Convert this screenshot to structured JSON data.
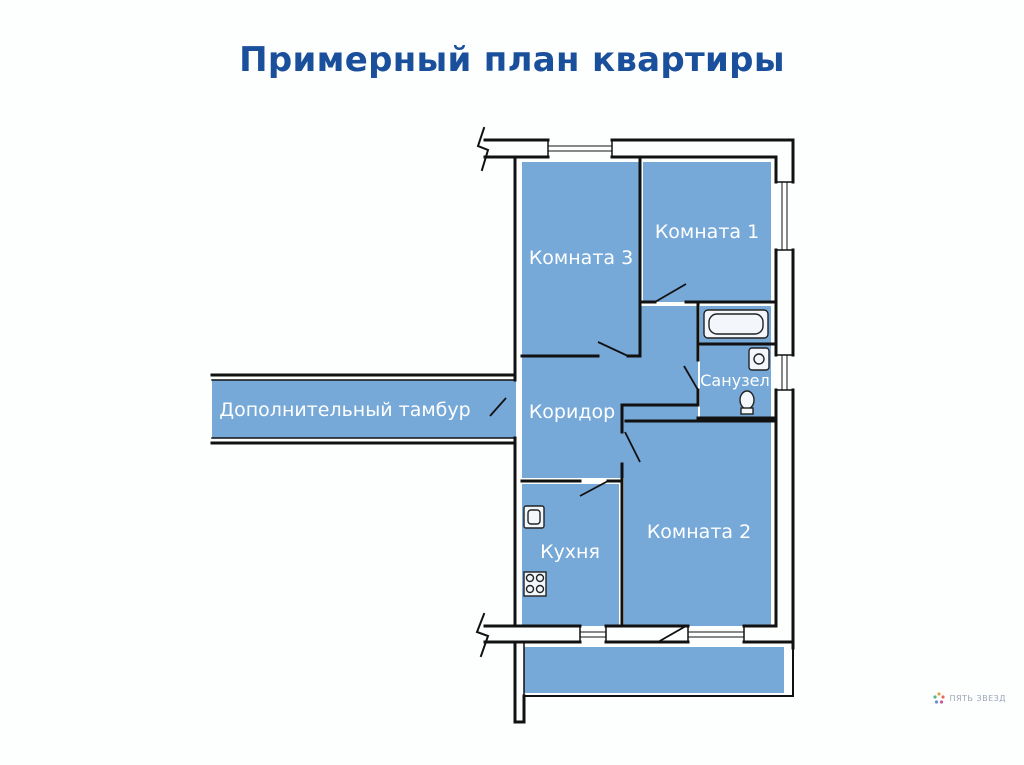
{
  "title": "Примерный план квартиры",
  "rooms": {
    "room3": "Комната 3",
    "room1": "Комната 1",
    "room2": "Комната 2",
    "corridor": "Коридор",
    "bathroom": "Санузел",
    "kitchen": "Кухня",
    "vestibule": "Дополнительный тамбур"
  },
  "logo": {
    "text": "ПЯТЬ ЗВЕЗД"
  },
  "colors": {
    "room_fill": "#76a9d8",
    "room_fill_dark": "#6c9fd1",
    "wall": "#111111",
    "title": "#1a4f9c",
    "label": "#ffffff"
  }
}
